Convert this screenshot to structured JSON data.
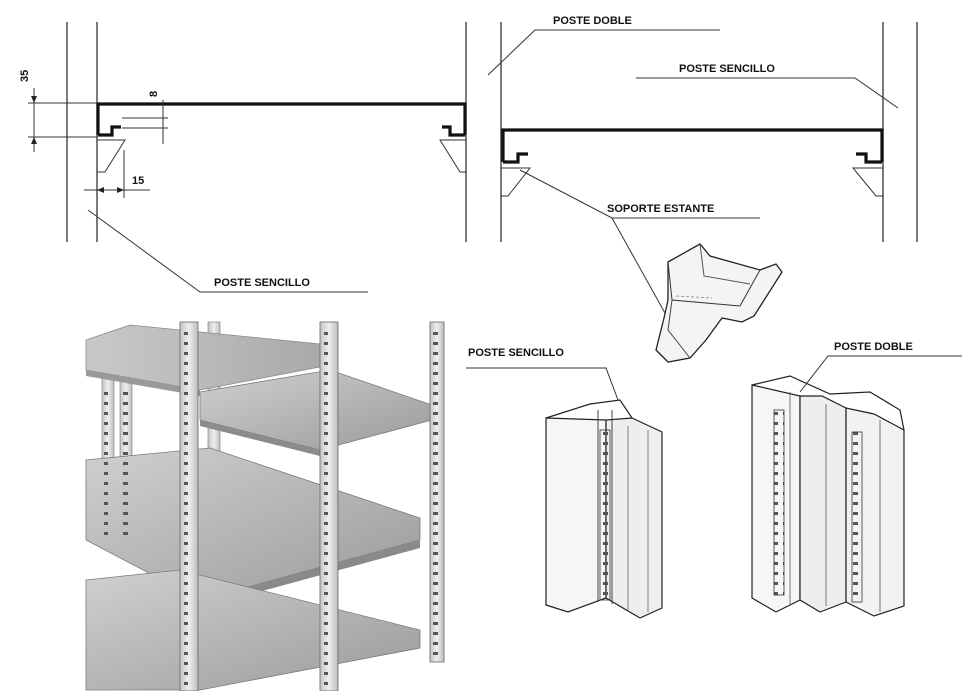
{
  "labels": {
    "top_left_single_post": "POSTE SENCILLO",
    "top_double_post": "POSTE DOBLE",
    "top_right_single_post": "POSTE SENCILLO",
    "shelf_support": "SOPORTE ESTANTE",
    "bottom_single_post": "POSTE SENCILLO",
    "bottom_double_post": "POSTE DOBLE"
  },
  "dimensions": {
    "height_35": "35",
    "lip_8": "8",
    "offset_15": "15"
  },
  "colors": {
    "line": "#222222",
    "shelf_surface": "#b8b8b8",
    "post_fill": "#d9d9d9",
    "background": "#ffffff"
  }
}
